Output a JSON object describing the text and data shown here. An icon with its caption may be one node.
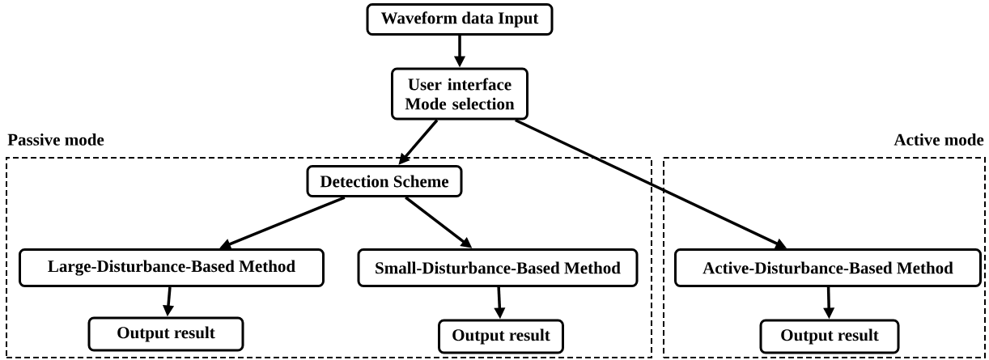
{
  "diagram": {
    "nodes": [
      {
        "text": [
          "Waveform data Input"
        ]
      },
      {
        "text": [
          "User interface Mode selection"
        ]
      },
      {
        "text": [
          "Passive mode"
        ]
      },
      {
        "text": [
          "Detection Scheme"
        ],
        "in": 2
      },
      {
        "text": [
          "Large-Disturbance-Based Method"
        ],
        "in": 2
      },
      {
        "text": [
          "Small-Disturbance-Based Method"
        ],
        "in": 2
      },
      {
        "text": [
          "Output result"
        ],
        "in": 2
      },
      {
        "text": [
          "Output result"
        ],
        "in": 2
      },
      {
        "text": [
          "Active mode"
        ]
      },
      {
        "text": [
          "Active-Disturbance-Based Method"
        ],
        "in": 8
      },
      {
        "text": [
          "Output result"
        ],
        "in": 8
      }
    ],
    "edges": [
      {
        "from": 0,
        "to": 1,
        "arrow": "to"
      },
      {
        "from": 1,
        "to": 3,
        "arrow": "to"
      },
      {
        "from": 1,
        "to": 9,
        "arrow": "to"
      },
      {
        "from": 3,
        "to": 4,
        "arrow": "to"
      },
      {
        "from": 3,
        "to": 5,
        "arrow": "to"
      },
      {
        "from": 4,
        "to": 6,
        "arrow": "to"
      },
      {
        "from": 5,
        "to": 7,
        "arrow": "to"
      },
      {
        "from": 9,
        "to": 10,
        "arrow": "to"
      }
    ]
  }
}
